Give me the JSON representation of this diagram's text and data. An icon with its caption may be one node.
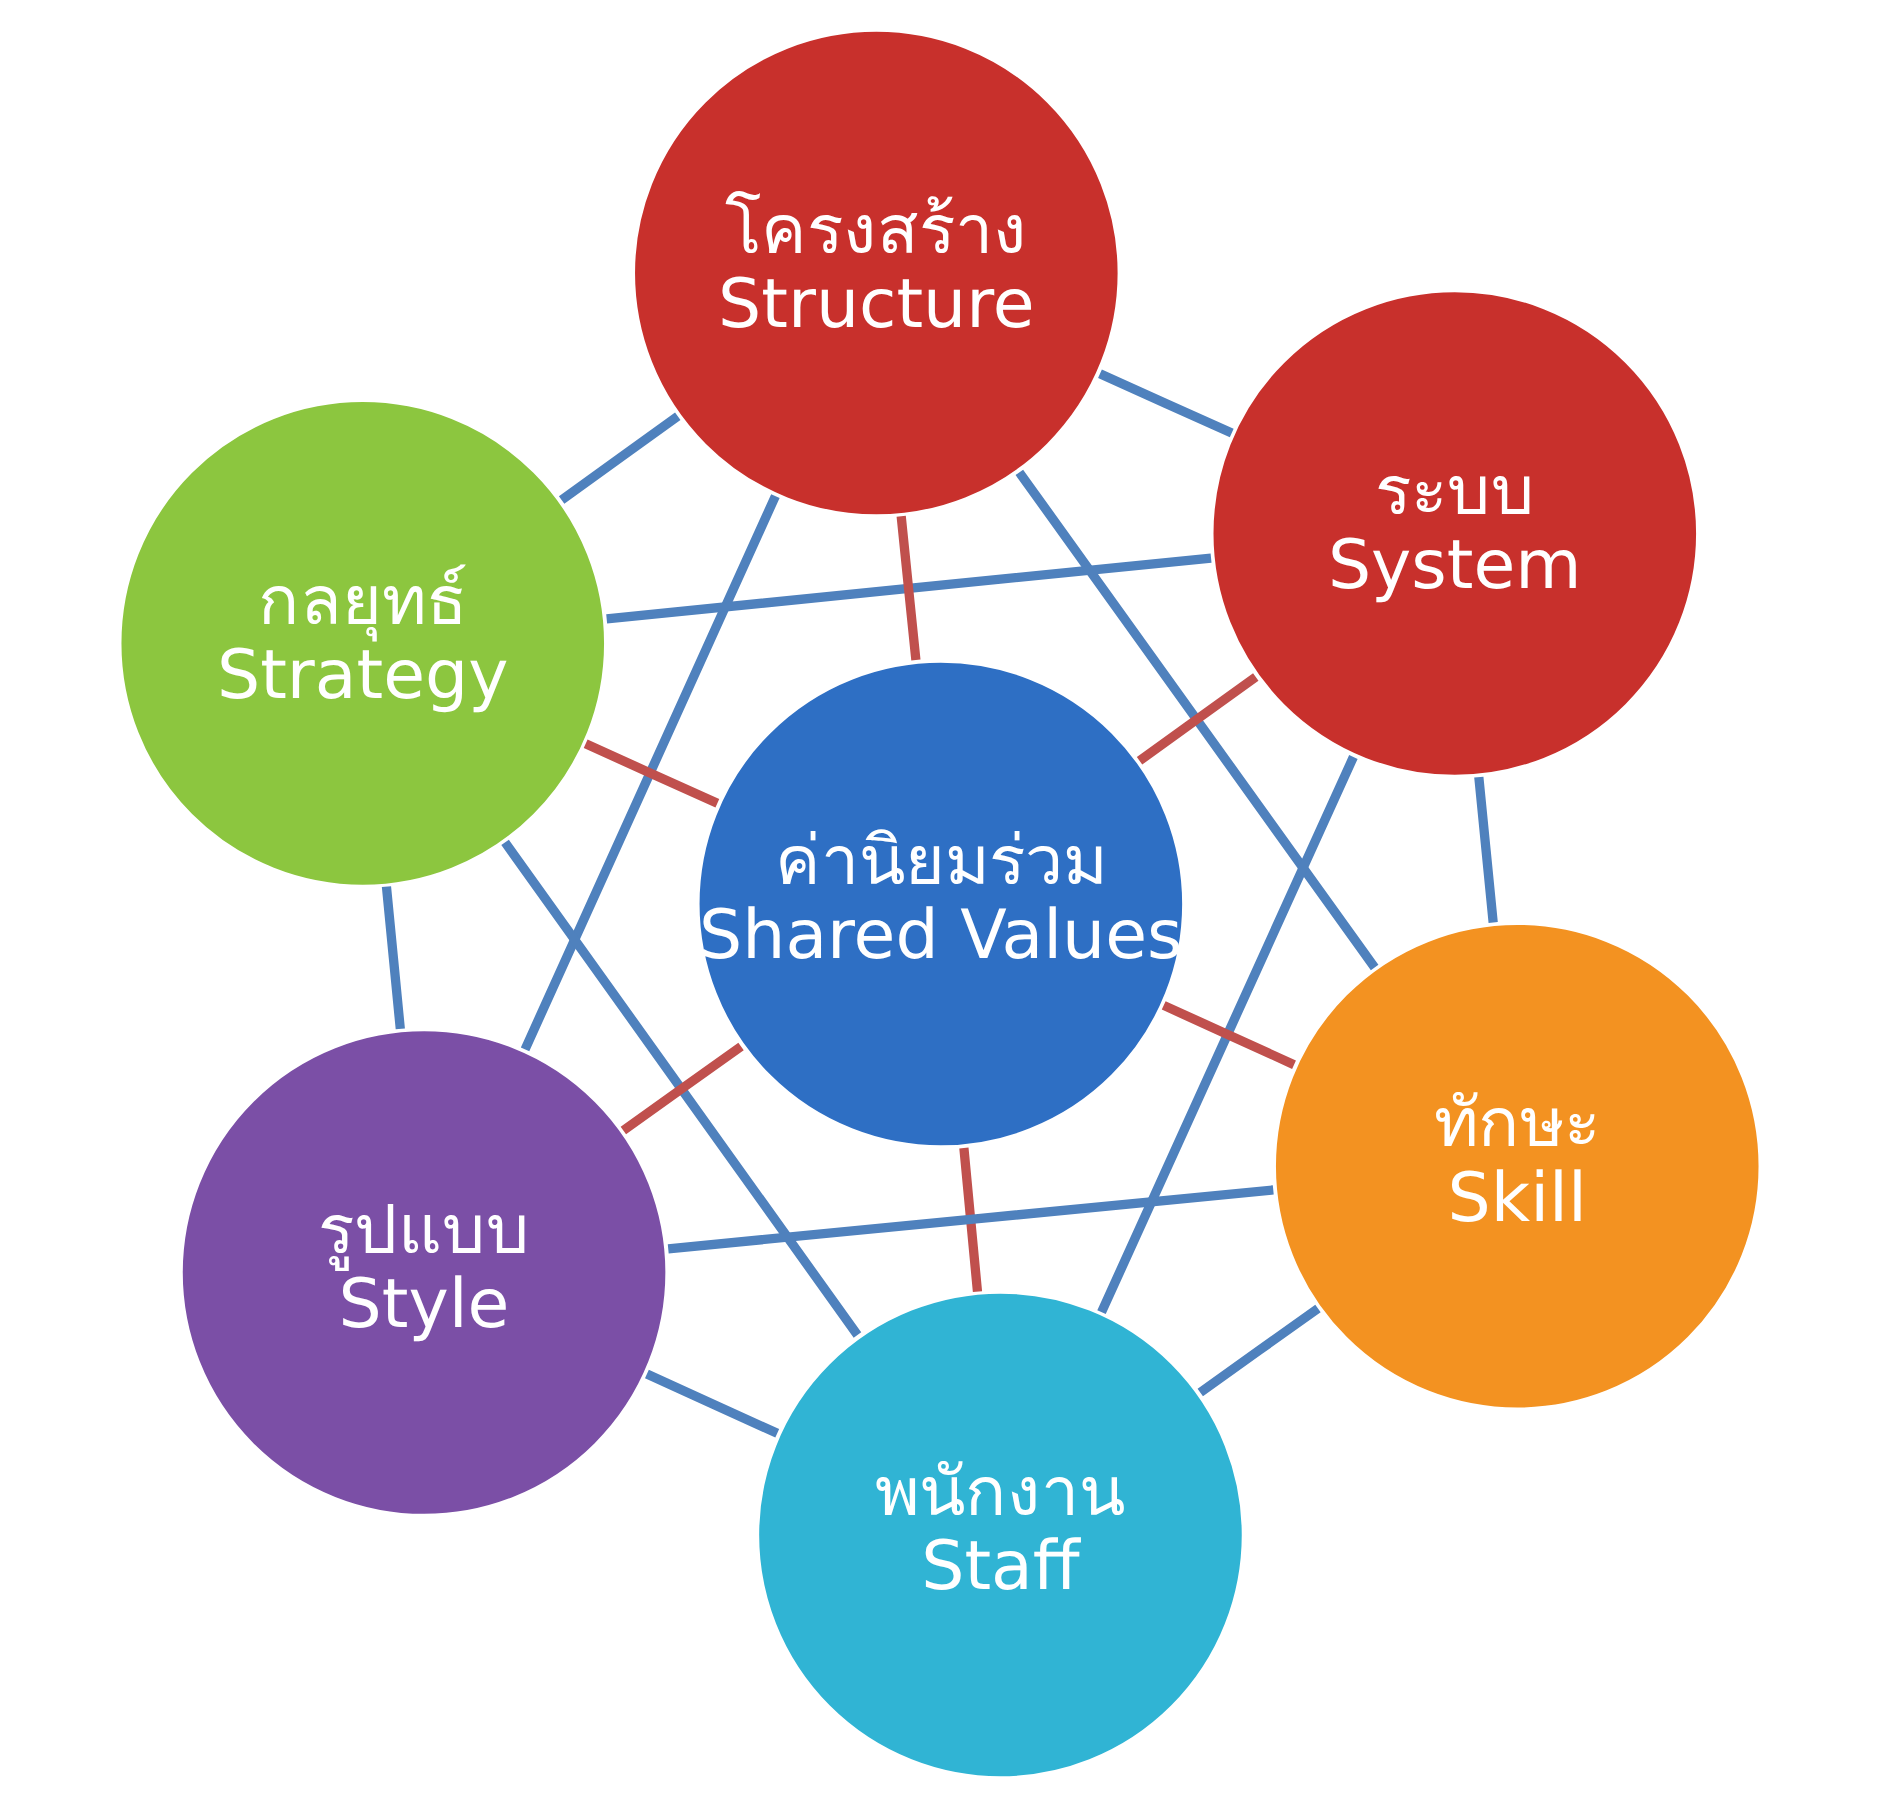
{
  "diagram": {
    "nodes": [
      {
        "text": [
          "โครงสร้าง",
          "Structure"
        ]
      },
      {
        "text": [
          "ระบบ",
          "System"
        ]
      },
      {
        "text": [
          "กลยุทธ์",
          "Strategy"
        ]
      },
      {
        "text": [
          "ค่านิยมร่วม",
          "Shared Values"
        ]
      },
      {
        "text": [
          "ทักษะ",
          "Skill"
        ]
      },
      {
        "text": [
          "รูปแบบ",
          "Style"
        ]
      },
      {
        "text": [
          "พนักงาน",
          "Staff"
        ]
      }
    ],
    "edges": [
      {
        "from": 0,
        "to": 1,
        "arrow": "none"
      },
      {
        "from": 0,
        "to": 2,
        "arrow": "none"
      },
      {
        "from": 2,
        "to": 5,
        "arrow": "none"
      },
      {
        "from": 5,
        "to": 6,
        "arrow": "none"
      },
      {
        "from": 6,
        "to": 4,
        "arrow": "none"
      },
      {
        "from": 4,
        "to": 1,
        "arrow": "none"
      },
      {
        "from": 1,
        "to": 2,
        "arrow": "none"
      },
      {
        "from": 4,
        "to": 5,
        "arrow": "none"
      },
      {
        "from": 0,
        "to": 4,
        "arrow": "none"
      },
      {
        "from": 0,
        "to": 5,
        "arrow": "none"
      },
      {
        "from": 1,
        "to": 6,
        "arrow": "none"
      },
      {
        "from": 2,
        "to": 6,
        "arrow": "none"
      },
      {
        "from": 3,
        "to": 0,
        "arrow": "none",
        "color": "#c0504d"
      },
      {
        "from": 3,
        "to": 1,
        "arrow": "none",
        "color": "#c0504d"
      },
      {
        "from": 3,
        "to": 2,
        "arrow": "none",
        "color": "#c0504d"
      },
      {
        "from": 3,
        "to": 4,
        "arrow": "none",
        "color": "#c0504d"
      },
      {
        "from": 3,
        "to": 5,
        "arrow": "none",
        "color": "#c0504d"
      },
      {
        "from": 3,
        "to": 6,
        "arrow": "none",
        "color": "#c0504d"
      }
    ]
  }
}
